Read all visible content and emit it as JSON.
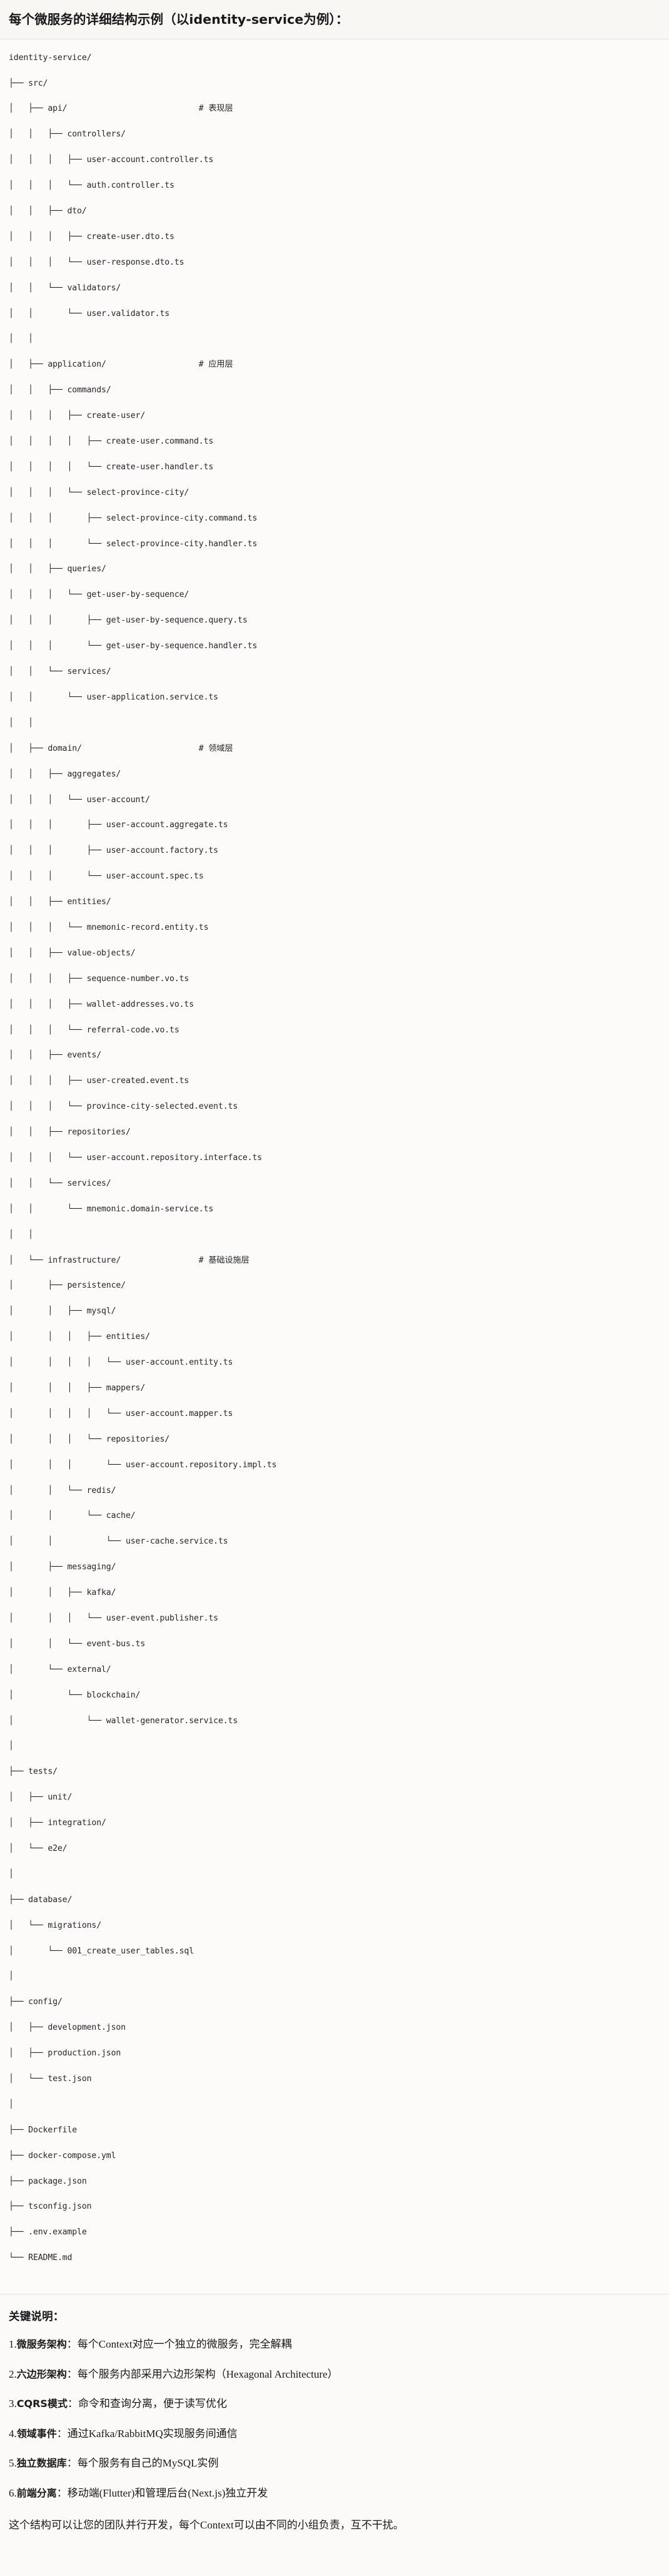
{
  "header": {
    "title": "每个微服务的详细结构示例（以identity-service为例）："
  },
  "tree": {
    "root_label": "identity-service/",
    "lines": [
      "identity-service/",
      "├── src/",
      "│   ├── api/                           # 表现层",
      "│   │   ├── controllers/",
      "│   │   │   ├── user-account.controller.ts",
      "│   │   │   └── auth.controller.ts",
      "│   │   ├── dto/",
      "│   │   │   ├── create-user.dto.ts",
      "│   │   │   └── user-response.dto.ts",
      "│   │   └── validators/",
      "│   │       └── user.validator.ts",
      "│   │",
      "│   ├── application/                   # 应用层",
      "│   │   ├── commands/",
      "│   │   │   ├── create-user/",
      "│   │   │   │   ├── create-user.command.ts",
      "│   │   │   │   └── create-user.handler.ts",
      "│   │   │   └── select-province-city/",
      "│   │   │       ├── select-province-city.command.ts",
      "│   │   │       └── select-province-city.handler.ts",
      "│   │   ├── queries/",
      "│   │   │   └── get-user-by-sequence/",
      "│   │   │       ├── get-user-by-sequence.query.ts",
      "│   │   │       └── get-user-by-sequence.handler.ts",
      "│   │   └── services/",
      "│   │       └── user-application.service.ts",
      "│   │",
      "│   ├── domain/                        # 领域层",
      "│   │   ├── aggregates/",
      "│   │   │   └── user-account/",
      "│   │   │       ├── user-account.aggregate.ts",
      "│   │   │       ├── user-account.factory.ts",
      "│   │   │       └── user-account.spec.ts",
      "│   │   ├── entities/",
      "│   │   │   └── mnemonic-record.entity.ts",
      "│   │   ├── value-objects/",
      "│   │   │   ├── sequence-number.vo.ts",
      "│   │   │   ├── wallet-addresses.vo.ts",
      "│   │   │   └── referral-code.vo.ts",
      "│   │   ├── events/",
      "│   │   │   ├── user-created.event.ts",
      "│   │   │   └── province-city-selected.event.ts",
      "│   │   ├── repositories/",
      "│   │   │   └── user-account.repository.interface.ts",
      "│   │   └── services/",
      "│   │       └── mnemonic.domain-service.ts",
      "│   │",
      "│   └── infrastructure/                # 基础设施层",
      "│       ├── persistence/",
      "│       │   ├── mysql/",
      "│       │   │   ├── entities/",
      "│       │   │   │   └── user-account.entity.ts",
      "│       │   │   ├── mappers/",
      "│       │   │   │   └── user-account.mapper.ts",
      "│       │   │   └── repositories/",
      "│       │   │       └── user-account.repository.impl.ts",
      "│       │   └── redis/",
      "│       │       └── cache/",
      "│       │           └── user-cache.service.ts",
      "│       ├── messaging/",
      "│       │   ├── kafka/",
      "│       │   │   └── user-event.publisher.ts",
      "│       │   └── event-bus.ts",
      "│       └── external/",
      "│           └── blockchain/",
      "│               └── wallet-generator.service.ts",
      "│",
      "├── tests/",
      "│   ├── unit/",
      "│   ├── integration/",
      "│   └── e2e/",
      "│",
      "├── database/",
      "│   └── migrations/",
      "│       └── 001_create_user_tables.sql",
      "│",
      "├── config/",
      "│   ├── development.json",
      "│   ├── production.json",
      "│   └── test.json",
      "│",
      "├── Dockerfile",
      "├── docker-compose.yml",
      "├── package.json",
      "├── tsconfig.json",
      "├── .env.example",
      "└── README.md"
    ],
    "layer_comments": [
      "# 表现层",
      "# 应用层",
      "# 领域层",
      "# 基础设施层"
    ]
  },
  "notes": {
    "heading": "关键说明：",
    "items": [
      {
        "num": "1.",
        "term": "微服务架构",
        "sep": "：",
        "desc": "每个Context对应一个独立的微服务，完全解耦"
      },
      {
        "num": "2.",
        "term": "六边形架构",
        "sep": "：",
        "desc": "每个服务内部采用六边形架构（Hexagonal Architecture）"
      },
      {
        "num": "3.",
        "term": "CQRS模式",
        "sep": "：",
        "desc": "命令和查询分离，便于读写优化"
      },
      {
        "num": "4.",
        "term": "领域事件",
        "sep": "：",
        "desc": "通过Kafka/RabbitMQ实现服务间通信"
      },
      {
        "num": "5.",
        "term": "独立数据库",
        "sep": "：",
        "desc": "每个服务有自己的MySQL实例"
      },
      {
        "num": "6.",
        "term": "前端分离",
        "sep": "：",
        "desc": "移动端(Flutter)和管理后台(Next.js)独立开发"
      }
    ],
    "closing": "这个结构可以让您的团队并行开发，每个Context可以由不同的小组负责，互不干扰。"
  },
  "colors": {
    "page_background": "#fbfaf8",
    "title_background": "#f8f7f4",
    "text": "#1a1a18",
    "code_text": "#26272b",
    "divider": "#e3e1dc"
  }
}
